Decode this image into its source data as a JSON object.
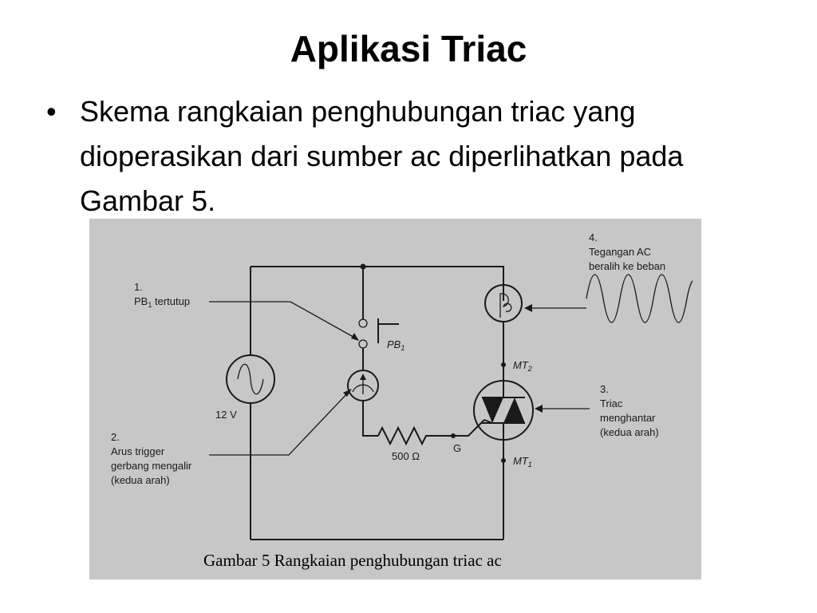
{
  "slide": {
    "title": "Aplikasi Triac",
    "bullet_marker": "•",
    "bullet_text": "Skema rangkaian penghubungan triac yang dioperasikan dari sumber ac diperlihatkan pada Gambar 5."
  },
  "figure": {
    "caption": "Gambar 5 Rangkaian penghubungan triac ac",
    "labels": {
      "note1_num": "1.",
      "note1_pb": "PB",
      "note1_sub": "1",
      "note1_rest": " tertutup",
      "note2_num": "2.",
      "note2_line1": "Arus trigger",
      "note2_line2": "gerbang mengalir",
      "note2_line3": "(kedua arah)",
      "note3_num": "3.",
      "note3_line1": "Triac",
      "note3_line2": "menghantar",
      "note3_line3": "(kedua arah)",
      "note4_num": "4.",
      "note4_line1": "Tegangan AC",
      "note4_line2": "beralih ke beban",
      "source_voltage": "12 V",
      "resistor_value": "500 Ω",
      "switch_pb": "PB",
      "switch_sub": "1",
      "gate_label": "G",
      "mt2": "MT",
      "mt2_sub": "2",
      "mt1": "MT",
      "mt1_sub": "1"
    }
  }
}
